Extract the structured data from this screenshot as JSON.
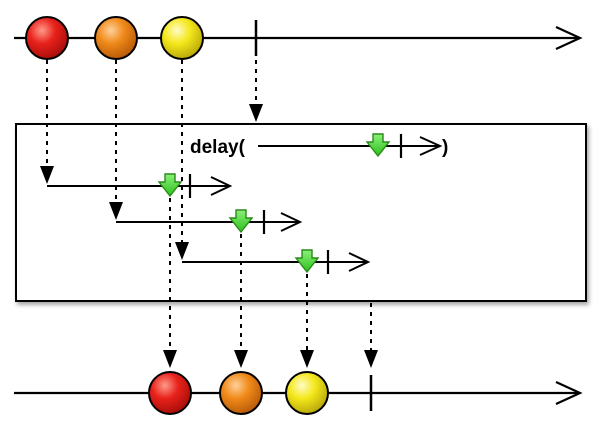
{
  "operator": {
    "prefix": "delay(",
    "suffix": ")"
  },
  "source_marbles": [
    {
      "name": "red",
      "color": "#e8221b"
    },
    {
      "name": "orange",
      "color": "#f08a1a"
    },
    {
      "name": "yellow",
      "color": "#f4e81b"
    }
  ],
  "output_marbles": [
    {
      "name": "red",
      "color": "#e8221b"
    },
    {
      "name": "orange",
      "color": "#f08a1a"
    },
    {
      "name": "yellow",
      "color": "#f4e81b"
    }
  ],
  "colors": {
    "line": "#000000",
    "box_stroke": "#000000",
    "box_fill": "#ffffff",
    "timer_green": "#3fdc2a",
    "timer_stroke": "#2a8a1a"
  },
  "icons": {
    "timer": "green-down-arrow-icon",
    "completion": "vertical-bar-icon"
  }
}
